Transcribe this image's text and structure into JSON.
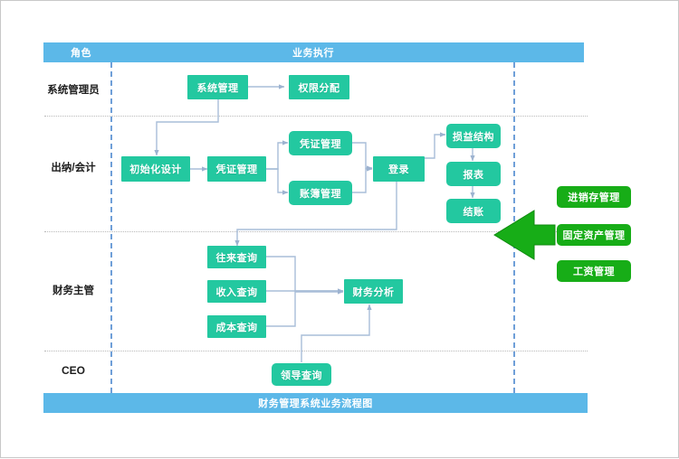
{
  "diagram": {
    "header": {
      "role_col_label": "角色",
      "main_col_label": "业务执行"
    },
    "footer": {
      "title": "财务管理系统业务流程图"
    },
    "lanes": [
      {
        "id": "lane-sysadmin",
        "label": "系统管理员"
      },
      {
        "id": "lane-cashier",
        "label": "出纳/会计"
      },
      {
        "id": "lane-finance",
        "label": "财务主管"
      },
      {
        "id": "lane-ceo",
        "label": "CEO"
      }
    ],
    "nodes": [
      {
        "id": "sys-manage",
        "label": "系统管理",
        "lane": "lane-sysadmin",
        "shape": "square"
      },
      {
        "id": "perm-assign",
        "label": "权限分配",
        "lane": "lane-sysadmin",
        "shape": "square"
      },
      {
        "id": "init-design",
        "label": "初始化设计",
        "lane": "lane-cashier",
        "shape": "square"
      },
      {
        "id": "voucher-mgmt",
        "label": "凭证管理",
        "lane": "lane-cashier",
        "shape": "square"
      },
      {
        "id": "voucher-mgmt-2",
        "label": "凭证管理",
        "lane": "lane-cashier",
        "shape": "rounded"
      },
      {
        "id": "ledger-mgmt",
        "label": "账簿管理",
        "lane": "lane-cashier",
        "shape": "rounded"
      },
      {
        "id": "login",
        "label": "登录",
        "lane": "lane-cashier",
        "shape": "square"
      },
      {
        "id": "pl-structure",
        "label": "损益结构",
        "lane": "lane-cashier",
        "shape": "rounded"
      },
      {
        "id": "report",
        "label": "报表",
        "lane": "lane-cashier",
        "shape": "rounded"
      },
      {
        "id": "settlement",
        "label": "结账",
        "lane": "lane-cashier",
        "shape": "rounded"
      },
      {
        "id": "ar-ap-query",
        "label": "往来查询",
        "lane": "lane-finance",
        "shape": "square"
      },
      {
        "id": "income-query",
        "label": "收入查询",
        "lane": "lane-finance",
        "shape": "square"
      },
      {
        "id": "cost-query",
        "label": "成本查询",
        "lane": "lane-finance",
        "shape": "square"
      },
      {
        "id": "fin-analysis",
        "label": "财务分析",
        "lane": "lane-finance",
        "shape": "square"
      },
      {
        "id": "leader-query",
        "label": "领导查询",
        "lane": "lane-ceo",
        "shape": "rounded"
      }
    ],
    "external_modules": [
      {
        "id": "inventory-mgmt",
        "label": "进销存管理"
      },
      {
        "id": "fixed-asset-mgmt",
        "label": "固定资产管理"
      },
      {
        "id": "payroll-mgmt",
        "label": "工资管理"
      }
    ],
    "colors": {
      "banner": "#5CB8E8",
      "node": "#23C8A0",
      "external": "#17AD17",
      "connector": "#A8BDD8",
      "lane_divider": "#6F9FD8"
    }
  }
}
